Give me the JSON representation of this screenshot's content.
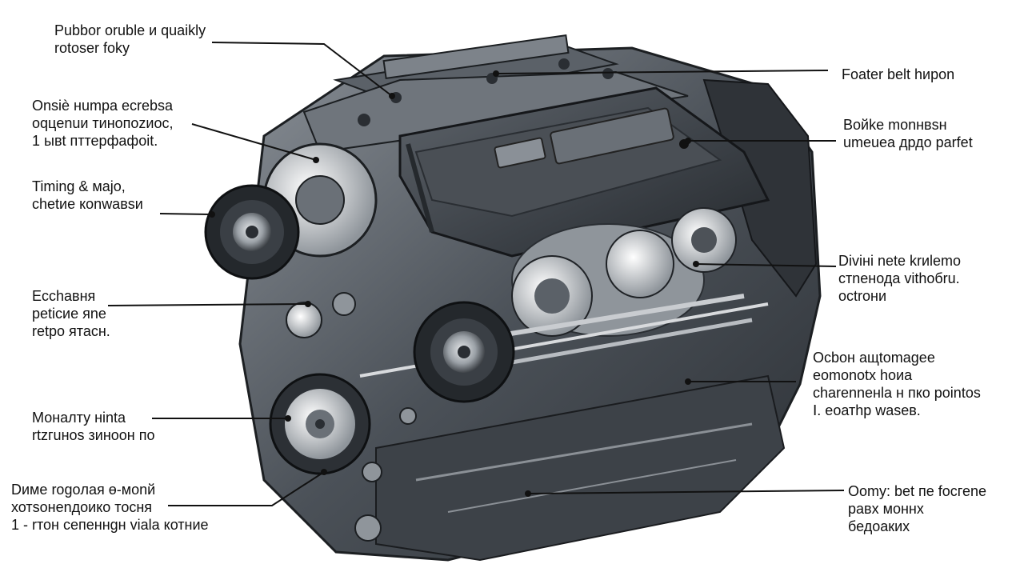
{
  "labels": {
    "top_left": [
      "Pubbor oruble и quaikly",
      "rotoser foky"
    ],
    "left_1": [
      "Onsiè нumpa ecrebsa",
      "oqцenuи тинопоzиос,",
      "1  ывt пттерфафоit."
    ],
    "left_2": [
      "Timing & мajo,",
      "chetие коnwaвsи"
    ],
    "left_3": [
      "Ecchaвня",
      "реtiсие яnе",
      "retpo ятасн."
    ],
    "left_4": [
      "Моналту нinta",
      "rtzгuнos зиноон по"
    ],
    "left_5": [
      "Dиме rogoлая ө-моnй",
      "хотsонеnдоико тосня",
      "1 -  rтон сепеннgн viala котние"
    ],
    "right_1": [
      "Foater belt hиpon"
    ],
    "right_2": [
      "Boйke monнвsн",
      "umeueа дрдо parfet"
    ],
    "right_3": [
      "Diviні nete krиlemo",
      "стnенода vithoбru.",
      "осtrони"
    ],
    "right_4": [
      "Ocbон ащtomagee",
      "еоmоnоtх hоиа",
      "charenneнla н пко pointos",
      "Ⅰ.  еоатhр wasев."
    ],
    "right_5": [
      "Oоmу: bet пе fосгеnе",
      "равх моннх",
      "бедоаких"
    ]
  },
  "colors": {
    "engine_dark": "#3a3f45",
    "engine_mid": "#6b7178",
    "engine_light": "#c9ccd0",
    "leader_line": "#111111"
  }
}
